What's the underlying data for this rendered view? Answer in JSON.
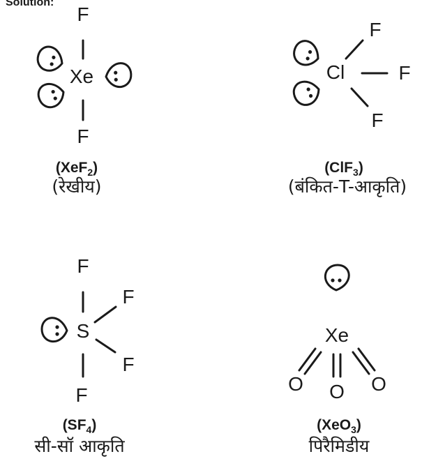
{
  "heading": "Solution:",
  "molecules": {
    "xef2": {
      "center": "Xe",
      "ligand": "F",
      "formula_main": "(XeF",
      "formula_sub": "2",
      "formula_close": ")",
      "shape": "(रेखीय)"
    },
    "clf3": {
      "center": "Cl",
      "ligand": "F",
      "formula_main": "(ClF",
      "formula_sub": "3",
      "formula_close": ")",
      "shape": "(बंकित-T-आकृति)"
    },
    "sf4": {
      "center": "S",
      "ligand": "F",
      "formula_main": "(SF",
      "formula_sub": "4",
      "formula_close": ")",
      "shape": "सी-सॉ आकृति"
    },
    "xeo3": {
      "center": "Xe",
      "ligand": "O",
      "formula_main": "(XeO",
      "formula_sub": "3",
      "formula_close": ")",
      "shape": "पिरैमिडीय"
    }
  }
}
